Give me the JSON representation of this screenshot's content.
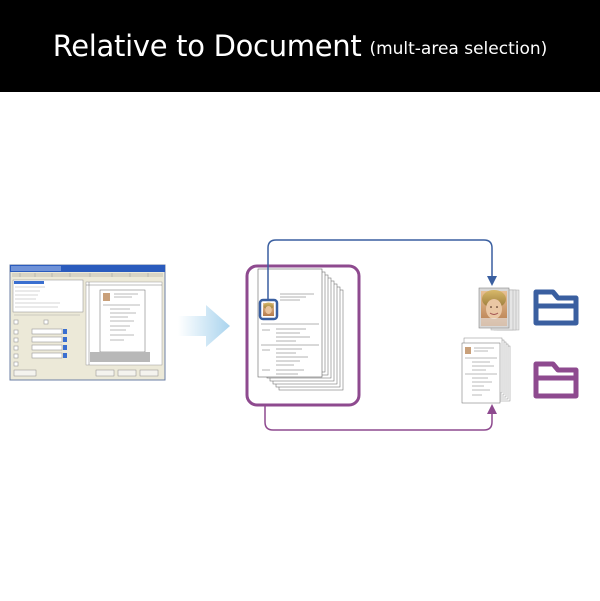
{
  "header": {
    "title": "Relative to Document",
    "subtitle": "(mult-area selection)"
  },
  "colors": {
    "background": "#ffffff",
    "header_bg": "#000000",
    "header_text": "#ffffff",
    "output_blue": "#3a5fa0",
    "output_purple": "#8e4a8f",
    "arrow_light_blue": "#bfe0f2"
  },
  "icons": [
    "dialog-screenshot",
    "document-stack",
    "face-thumbnail",
    "page-stack-thumbnail",
    "folder-blue-icon",
    "folder-purple-icon"
  ]
}
